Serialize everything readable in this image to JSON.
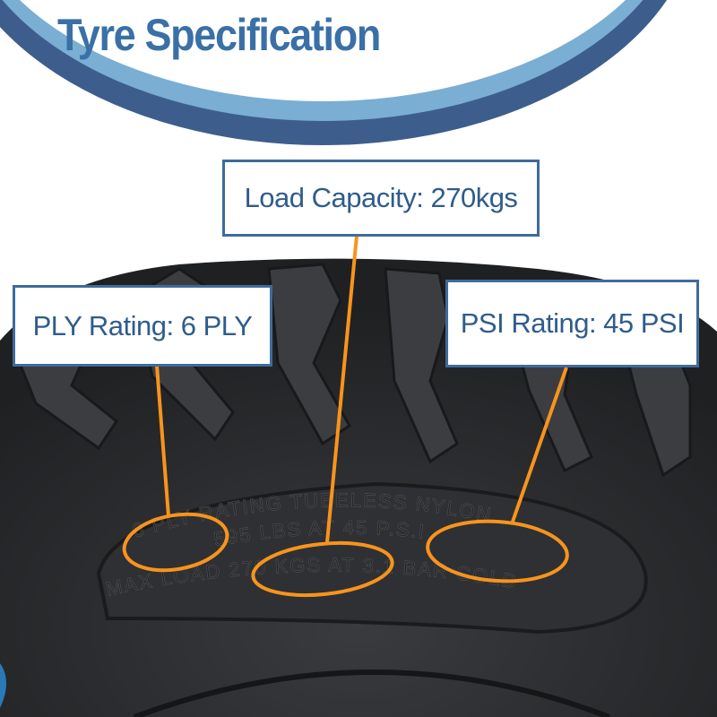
{
  "header": {
    "title": "Tyre Specification"
  },
  "callouts": {
    "load_capacity": "Load Capacity: 270kgs",
    "ply_rating": "PLY Rating: 6 PLY",
    "psi_rating": "PSI Rating: 45 PSI"
  },
  "sidewall": {
    "line1": "6 PLY RATING TUBELESS NYLON",
    "line2": "595 LBS AT 45 P.S.I",
    "line3": "MAX LOAD 270 KGS AT 3.1 BAR COLD"
  },
  "colors": {
    "brand_blue": "#3a70a6",
    "light_blue": "#7aaed3",
    "dark_blue": "#3d5e8c",
    "highlight_orange": "#f7941d",
    "tyre": "#2b2c2e"
  }
}
